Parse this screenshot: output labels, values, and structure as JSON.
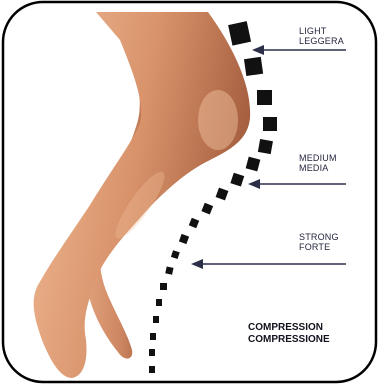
{
  "levels": [
    {
      "line1": "LIGHT",
      "line2": "LEGGERA"
    },
    {
      "line1": "MEDIUM",
      "line2": "MEDIA"
    },
    {
      "line1": "STRONG",
      "line2": "FORTE"
    }
  ],
  "title": {
    "line1": "COMPRESSION",
    "line2": "COMPRESSIONE"
  },
  "colors": {
    "skin_light": "#e3a37e",
    "skin_mid": "#cf8761",
    "skin_dark": "#a55f3f",
    "dots": "#111111",
    "arrows": "#2c2f4a",
    "frame": "#000000"
  }
}
